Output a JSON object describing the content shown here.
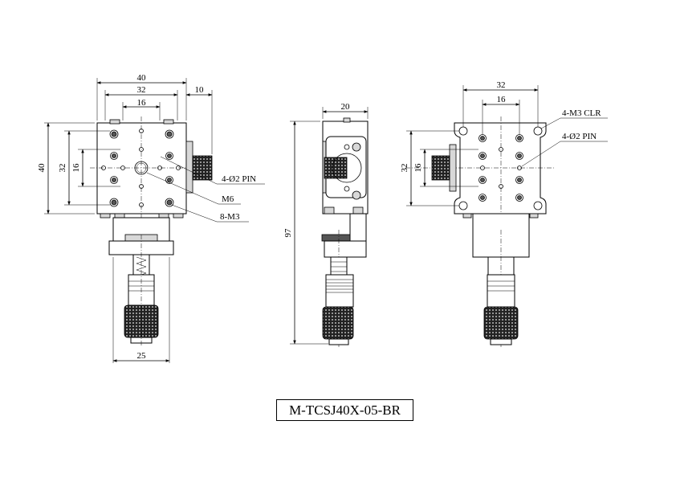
{
  "model": "M-TCSJ40X-05-BR",
  "front_view": {
    "dim_width": "40",
    "dim_32": "32",
    "dim_16": "16",
    "dim_knob": "10",
    "dim_height": "40",
    "dim_v32": "32",
    "dim_v16": "16",
    "dim_bottom": "25",
    "callout_pin": "4-Ø2 PIN",
    "callout_m6": "M6",
    "callout_m3": "8-M3"
  },
  "side_view": {
    "dim_width": "20",
    "dim_height": "97"
  },
  "bottom_view": {
    "dim_32": "32",
    "dim_16": "16",
    "dim_v32": "32",
    "dim_v16": "16",
    "callout_clr": "4-M3 CLR",
    "callout_pin": "4-Ø2 PIN"
  }
}
